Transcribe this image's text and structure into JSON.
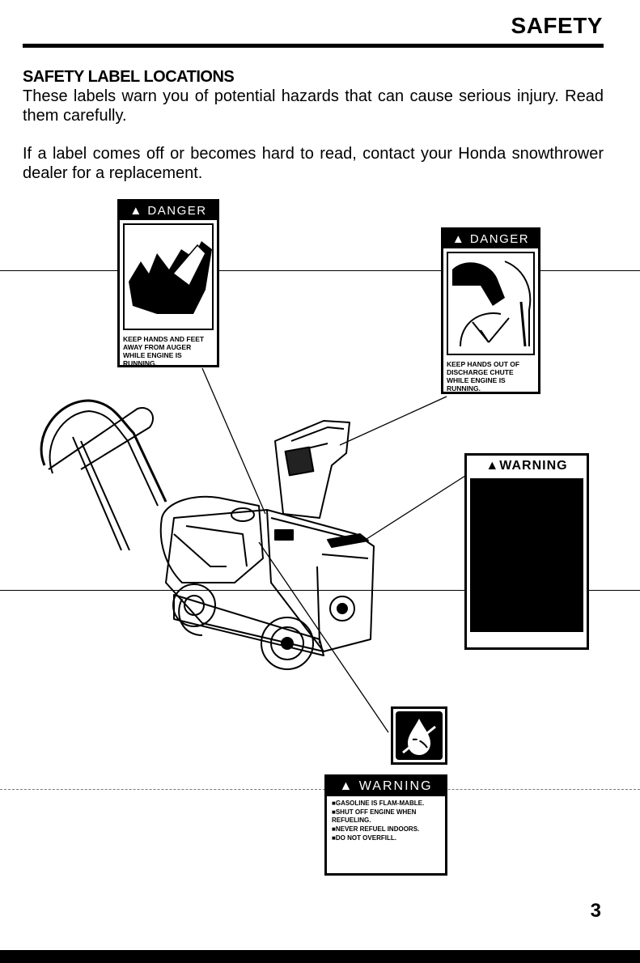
{
  "header": {
    "title": "SAFETY"
  },
  "section": {
    "heading": "SAFETY LABEL LOCATIONS",
    "para1": "These labels warn you of potential hazards that can cause serious injury. Read them carefully.",
    "para2": "If a label comes off or becomes hard to read, contact your Honda snowthrower dealer for a replacement."
  },
  "labels": {
    "auger": {
      "header": "DANGER",
      "text": "KEEP HANDS AND FEET AWAY FROM AUGER WHILE ENGINE IS RUNNING."
    },
    "chute": {
      "header": "DANGER",
      "text": "KEEP HANDS OUT OF DISCHARGE CHUTE WHILE ENGINE IS RUNNING."
    },
    "operation": {
      "header": "WARNING"
    },
    "fuel": {
      "header": "WARNING",
      "items": [
        "GASOLINE IS FLAM-MABLE.",
        "SHUT OFF ENGINE WHEN REFUELING.",
        "NEVER REFUEL INDOORS.",
        "DO NOT OVERFILL."
      ]
    }
  },
  "footer": {
    "page_number": "3"
  }
}
